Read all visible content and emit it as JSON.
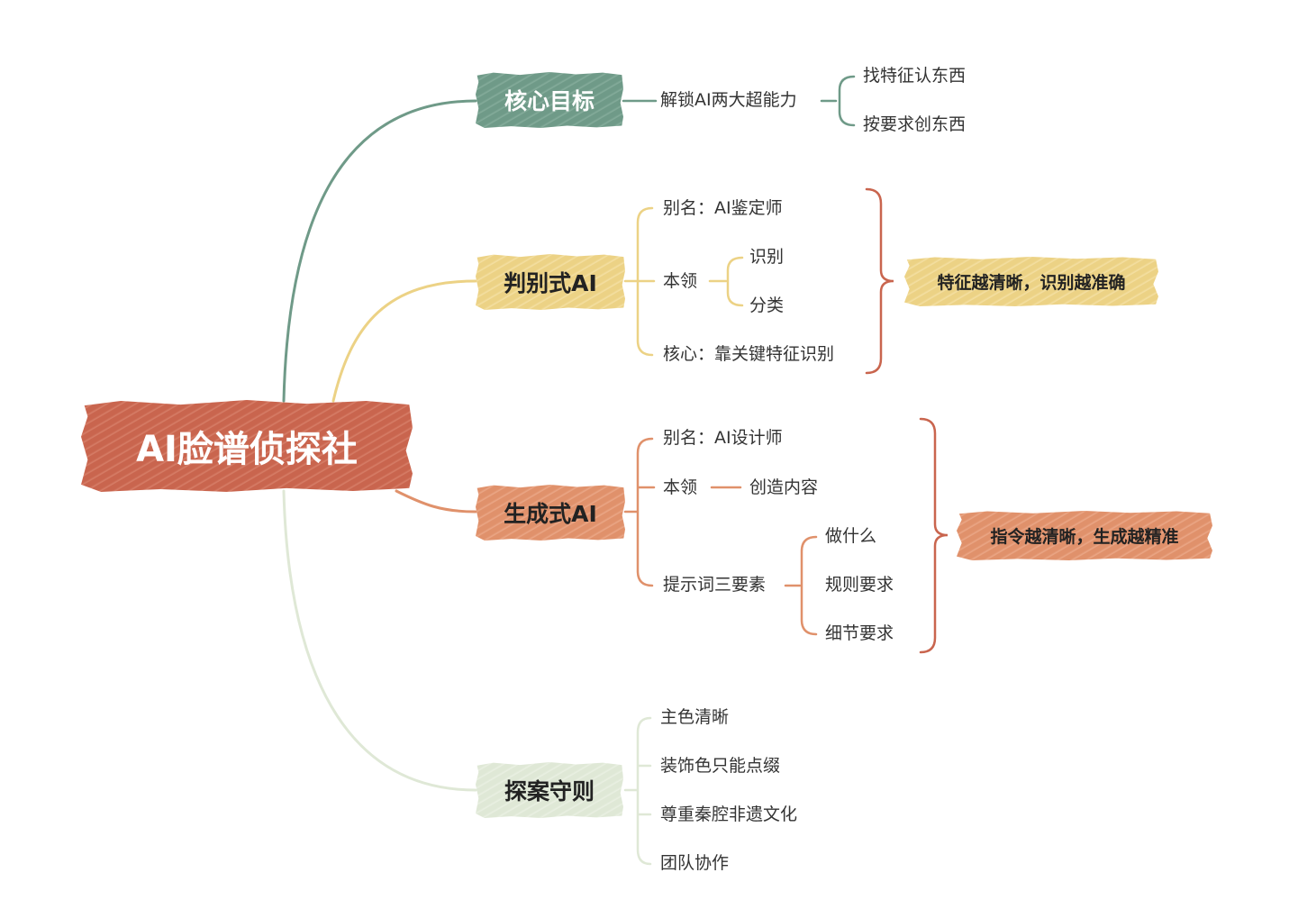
{
  "colors": {
    "root": "#c9654e",
    "goal": "#6f9a88",
    "disc": "#ecd285",
    "gen": "#e0916b",
    "rules": "#dfe8d6",
    "disc_line": "#ecd285",
    "brace_red": "#c9654e"
  },
  "root": {
    "label": "AI脸谱侦探社"
  },
  "branches": {
    "goal": {
      "label": "核心目标",
      "child": "解锁AI两大超能力",
      "grandchildren": [
        "找特征认东西",
        "按要求创东西"
      ]
    },
    "disc": {
      "label": "判别式AI",
      "alias": "别名：AI鉴定师",
      "skill": "本领",
      "skill_items": [
        "识别",
        "分类"
      ],
      "core": "核心：靠关键特征识别",
      "summary": "特征越清晰，识别越准确"
    },
    "gen": {
      "label": "生成式AI",
      "alias": "别名：AI设计师",
      "skill": "本领",
      "skill_item": "创造内容",
      "prompt": "提示词三要素",
      "prompt_items": [
        "做什么",
        "规则要求",
        "细节要求"
      ],
      "summary": "指令越清晰，生成越精准"
    },
    "rules": {
      "label": "探案守则",
      "items": [
        "主色清晰",
        "装饰色只能点缀",
        "尊重秦腔非遗文化",
        "团队协作"
      ]
    }
  }
}
